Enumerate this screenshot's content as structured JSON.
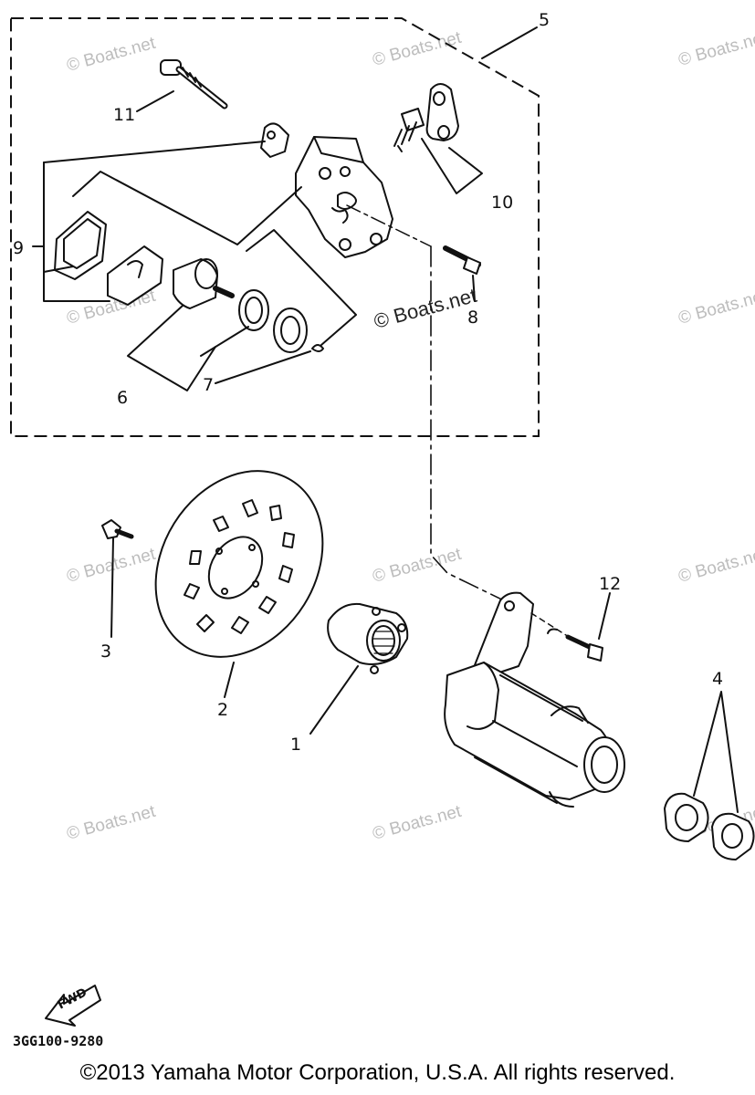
{
  "diagram": {
    "part_code": "3GG100-9280",
    "fwd_label": "FWD",
    "watermark": "© Boats.net",
    "callouts": {
      "c1": "1",
      "c2": "2",
      "c3": "3",
      "c4": "4",
      "c5": "5",
      "c6": "6",
      "c7": "7",
      "c8": "8",
      "c9": "9",
      "c10": "10",
      "c11": "11",
      "c12": "12"
    }
  },
  "footer": {
    "copyright": "©2013 Yamaha Motor Corporation, U.S.A. All rights reserved."
  }
}
